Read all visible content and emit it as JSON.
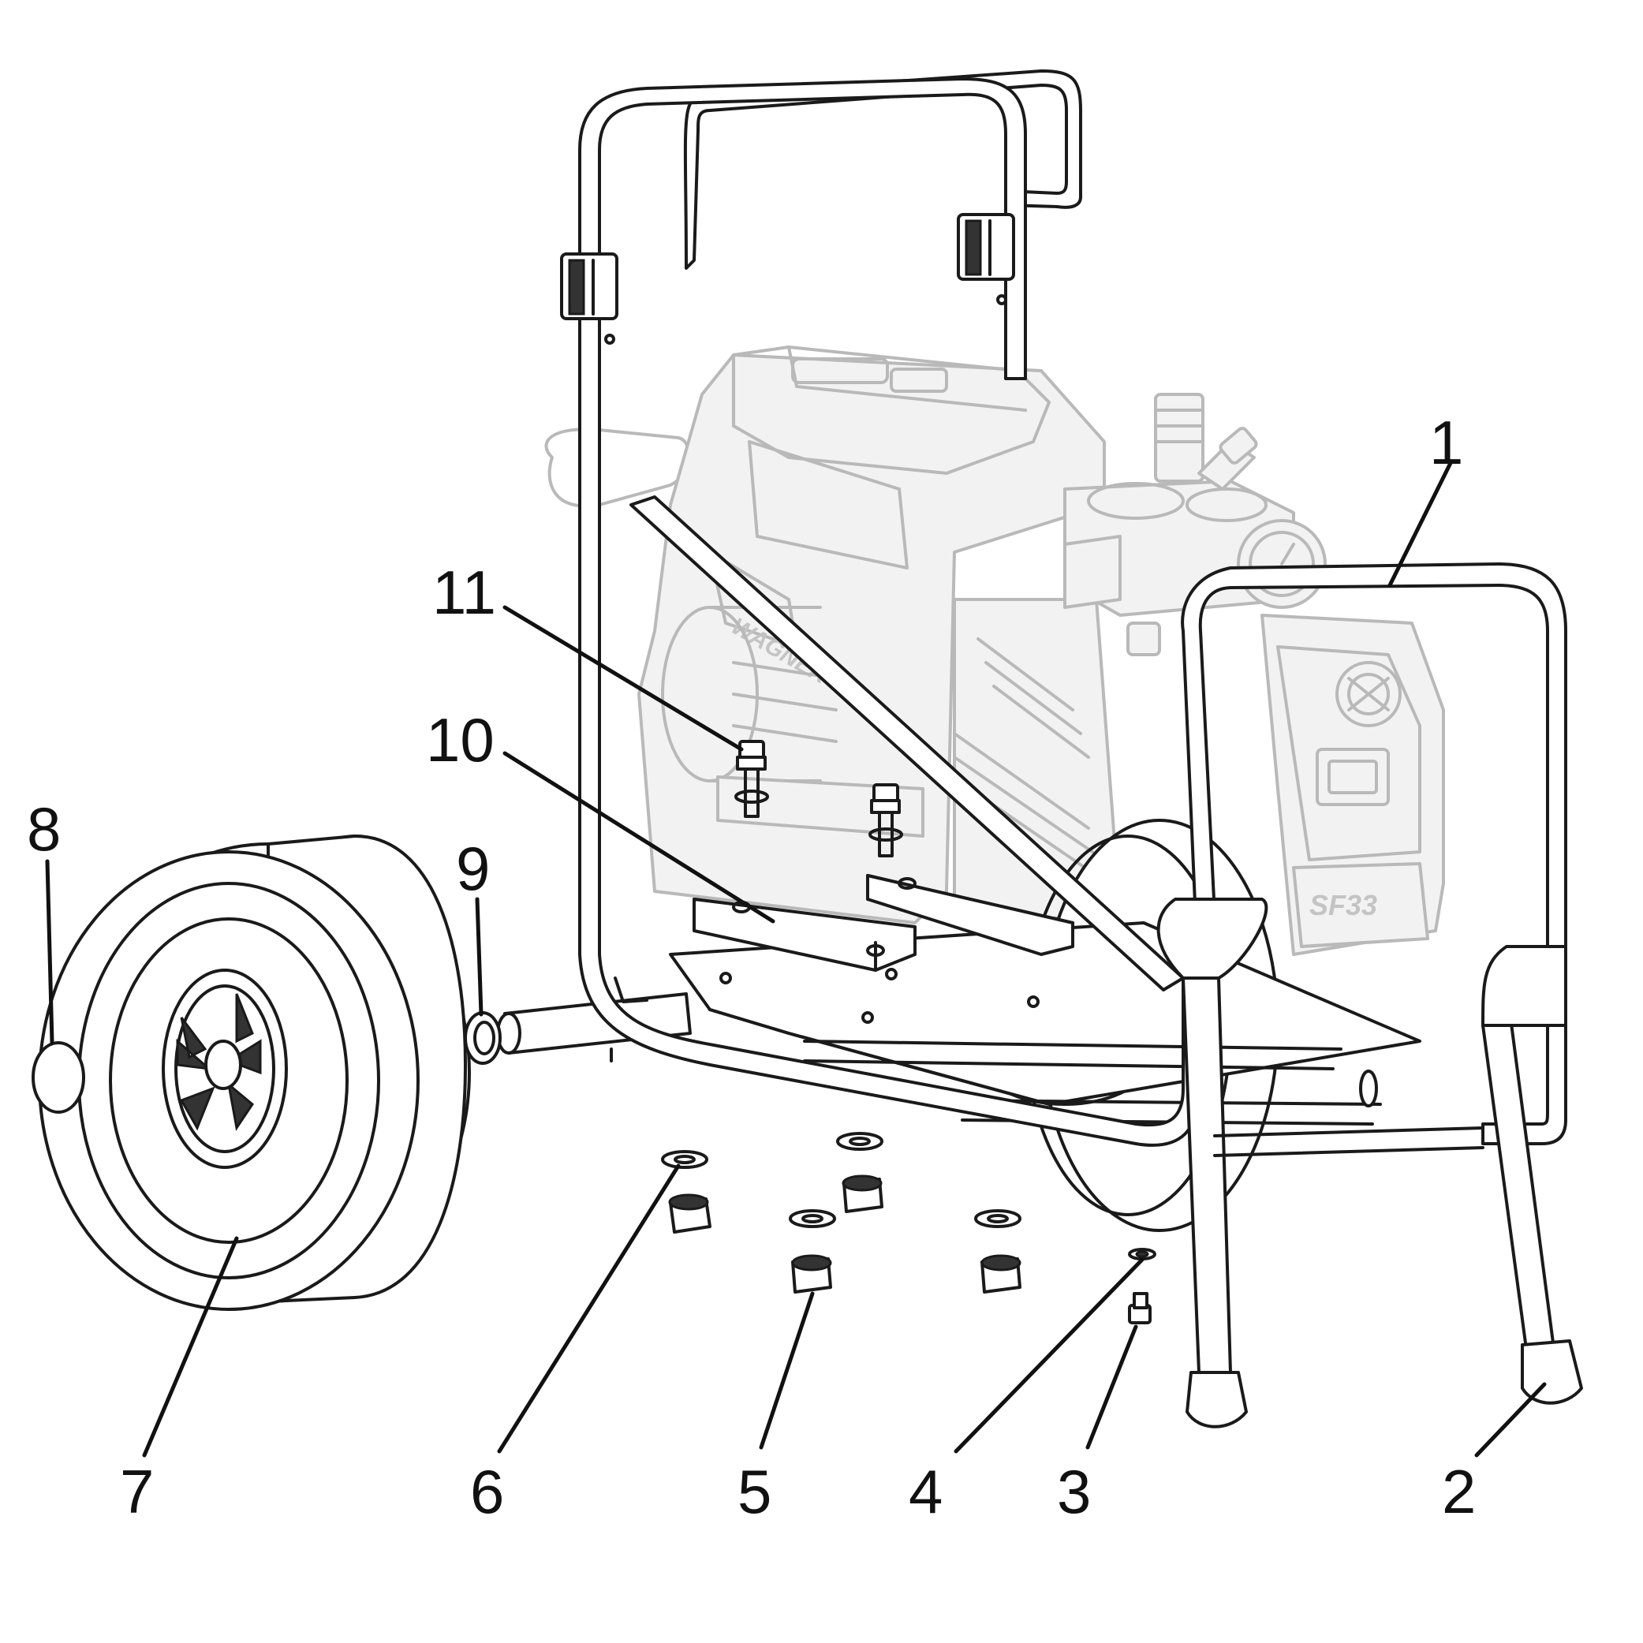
{
  "diagram": {
    "callouts": [
      {
        "number": "1"
      },
      {
        "number": "2"
      },
      {
        "number": "3"
      },
      {
        "number": "4"
      },
      {
        "number": "5"
      },
      {
        "number": "6"
      },
      {
        "number": "7"
      },
      {
        "number": "8"
      },
      {
        "number": "9"
      },
      {
        "number": "10"
      },
      {
        "number": "11"
      }
    ],
    "product_marking": "SF33"
  }
}
